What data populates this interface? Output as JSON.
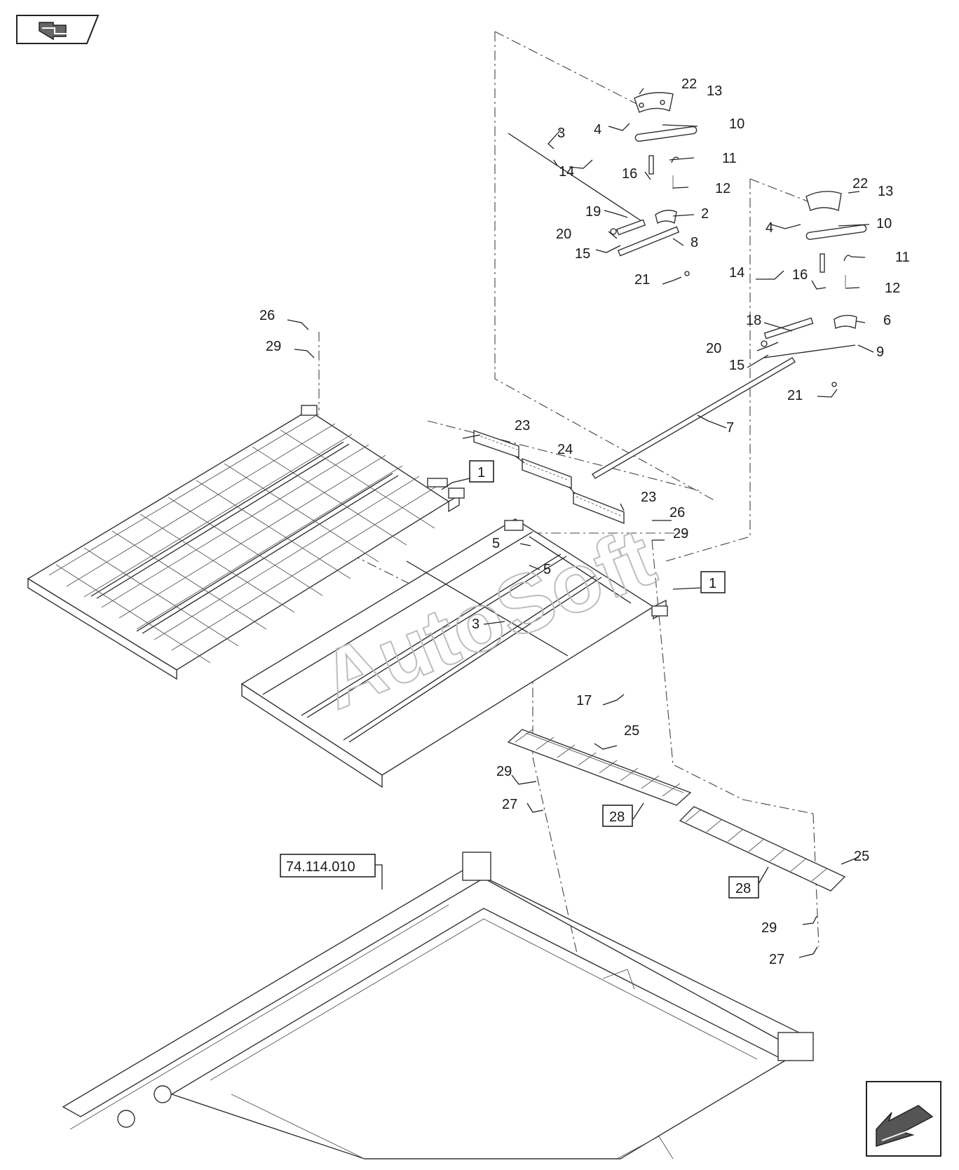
{
  "nav": {
    "prev_icon": "back-arrow-icon",
    "next_icon": "forward-arrow-icon"
  },
  "watermark": "AutoSoft",
  "reference": "74.114.010",
  "callouts": {
    "c1": "1",
    "c2": "2",
    "c3": "3",
    "c4": "4",
    "c5": "5",
    "c6": "6",
    "c7": "7",
    "c8": "8",
    "c9": "9",
    "c10": "10",
    "c11": "11",
    "c12": "12",
    "c13": "13",
    "c14": "14",
    "c15": "15",
    "c16": "16",
    "c17": "17",
    "c18": "18",
    "c19": "19",
    "c20": "20",
    "c21": "21",
    "c22": "22",
    "c23": "23",
    "c24": "24",
    "c25": "25",
    "c26": "26",
    "c27": "27",
    "c28": "28",
    "c29": "29"
  },
  "colors": {
    "line": "#222222",
    "background": "#ffffff",
    "watermark": "#bdbdbd"
  }
}
